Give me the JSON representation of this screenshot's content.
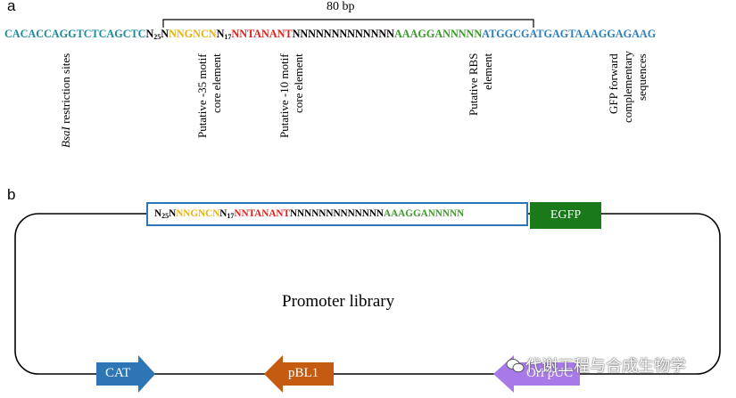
{
  "panel_a": {
    "label": "a",
    "bracket_label": "80 bp",
    "sequence": {
      "prefix": "CACACCAGGTCTCAGCTC",
      "n25_base": "N",
      "n25_sub": "25",
      "n_after_25": "N",
      "motif35": "NNGNCN",
      "n17_base": "N",
      "n17_sub": "17",
      "motif10": "NNTANANT",
      "spacer": "NNNNNNNNNNNNN",
      "rbs": "AAAGGANNNNN",
      "gfp": "ATGGCGATGAGTAAAGGAGAAG"
    },
    "annotations": {
      "bsai_italic": "BsaI",
      "bsai_rest": " restriction sites",
      "motif35_line1": "Putative -35 motif",
      "motif35_line2": "core element",
      "motif10_line1": "Putative -10 motif",
      "motif10_line2": "core element",
      "rbs_line1": "Putative RBS",
      "rbs_line2": "element",
      "gfp_line1": "GFP forward",
      "gfp_line2": "complementary",
      "gfp_line3": "sequences"
    }
  },
  "panel_b": {
    "label": "b",
    "library_label": "Promoter library",
    "egfp_label": "EGFP",
    "cat_label": "CAT",
    "pbl1_label": "pBL1",
    "ori_label": "Ori pUC",
    "insert_sequence": {
      "n25_base": "N",
      "n25_sub": "25",
      "n_after_25": "N",
      "motif35": "NNGNCN",
      "n17_base": "N",
      "n17_sub": "17",
      "motif10": "NNTANANT",
      "spacer": "NNNNNNNNNNNNN",
      "rbs": "AAAGGANNNNN"
    },
    "colors": {
      "egfp": "#1a7a1a",
      "cat": "#2e75b6",
      "pbl1": "#c55a11",
      "ori": "#a77ae8",
      "insert_border": "#2e75b6"
    }
  },
  "watermark": {
    "text": "代谢工程与合成生物学",
    "icon": "wechat-icon"
  }
}
